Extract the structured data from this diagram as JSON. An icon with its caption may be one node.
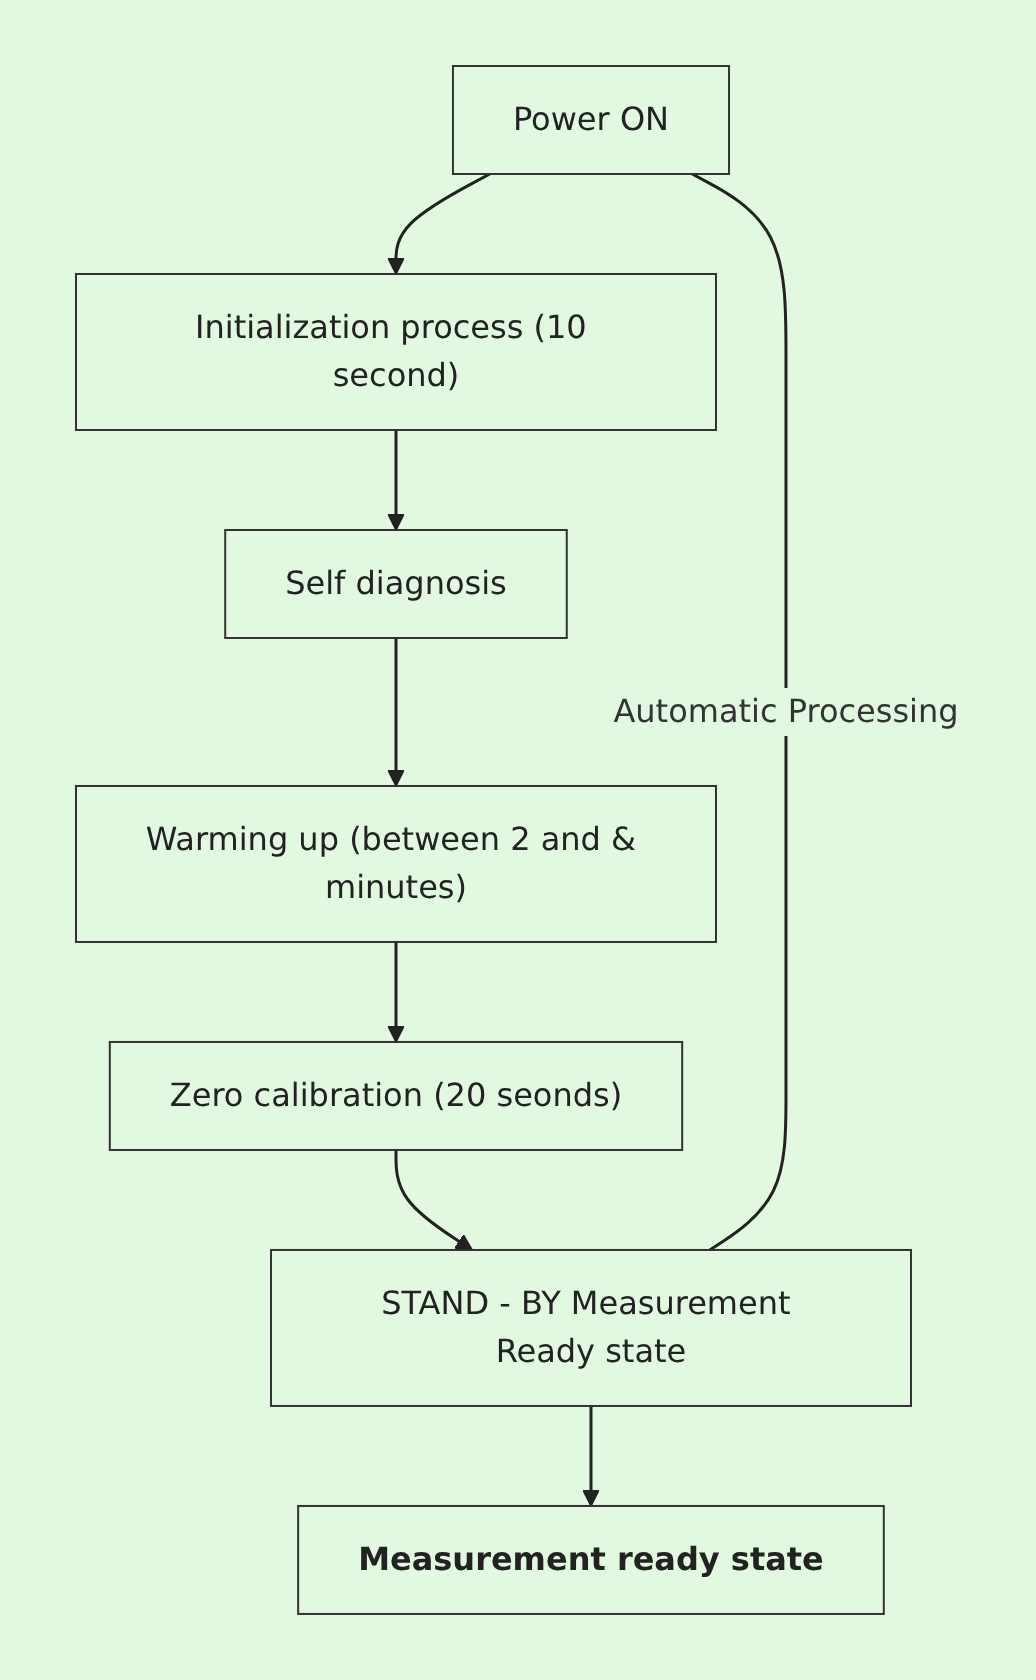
{
  "diagram": {
    "nodes": [
      {
        "text": [
          "Power ON"
        ]
      },
      {
        "text": [
          "Initialization process (10 second)"
        ]
      },
      {
        "text": [
          "Self diagnosis"
        ]
      },
      {
        "text": [
          "Warming up (between 2 and & minutes)"
        ]
      },
      {
        "text": [
          "Zero calibration (20 seonds)"
        ]
      },
      {
        "text": [
          "STAND - BY Measurement Ready state"
        ]
      },
      {
        "text": [
          "Measurement ready state"
        ]
      }
    ],
    "edges": [
      {
        "from": 0,
        "to": 1,
        "arrow": "to"
      },
      {
        "from": 1,
        "to": 2,
        "arrow": "to"
      },
      {
        "from": 2,
        "to": 3,
        "arrow": "to"
      },
      {
        "from": 3,
        "to": 4,
        "arrow": "to"
      },
      {
        "from": 4,
        "to": 5,
        "arrow": "to"
      },
      {
        "from": 5,
        "to": 6,
        "arrow": "to"
      },
      {
        "from": 0,
        "to": 5,
        "arrow": "none",
        "label": "Automatic Processing"
      }
    ]
  }
}
